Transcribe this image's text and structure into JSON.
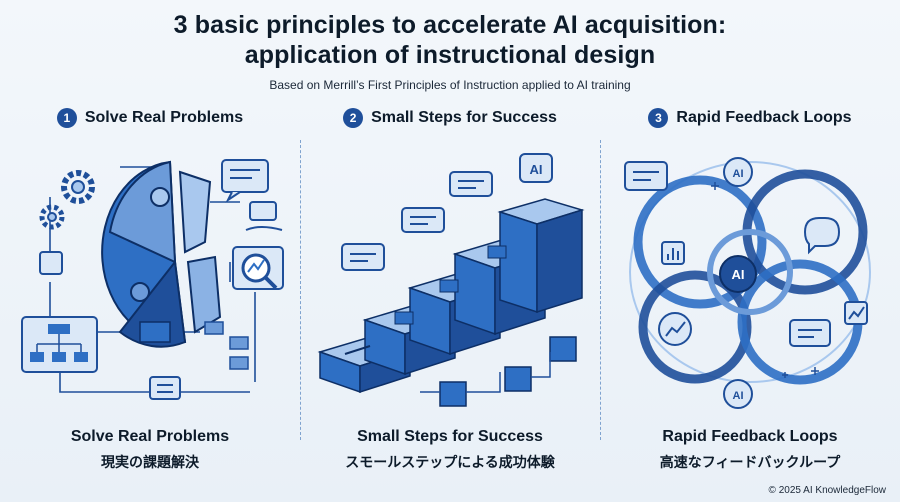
{
  "header": {
    "title_line1": "3 basic principles to accelerate AI acquisition:",
    "title_line2": "application of instructional design",
    "subtitle": "Based on Merrill’s First Principles of Instruction applied to AI training"
  },
  "panels": [
    {
      "number": "1",
      "heading": "Solve Real Problems",
      "caption_en": "Solve Real Problems",
      "caption_ja": "現実の課題解決"
    },
    {
      "number": "2",
      "heading": "Small Steps for Success",
      "caption_en": "Small Steps for Success",
      "caption_ja": "スモールステップによる成功体験"
    },
    {
      "number": "3",
      "heading": "Rapid Feedback Loops",
      "caption_en": "Rapid Feedback Loops",
      "caption_ja": "高速なフィードバックループ"
    }
  ],
  "illustration_labels": {
    "ai_badge": "AI"
  },
  "footer": {
    "copyright": "© 2025 AI KnowledgeFlow"
  },
  "colors": {
    "primary": "#1f4f9a",
    "accent": "#2e6fc4",
    "light": "#a9c8ee",
    "pale": "#dbe8f7"
  },
  "icons": [
    "gear-icon",
    "puzzle-icon",
    "flowchart-icon",
    "speech-bubble-icon",
    "magnifier-chart-icon",
    "hand-money-icon",
    "staircase-icon",
    "loop-icon"
  ]
}
